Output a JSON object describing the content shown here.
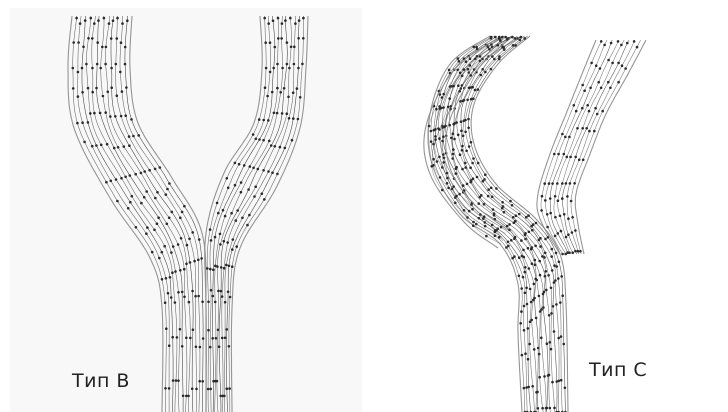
{
  "panels": [
    {
      "id": "b",
      "label": "Тип В"
    },
    {
      "id": "c",
      "label": "Тип С"
    }
  ],
  "colors": {
    "streamline": "#555555",
    "streamline_dark": "#2a2a2a",
    "wall": "#8a8a8a",
    "background": "#ffffff"
  }
}
